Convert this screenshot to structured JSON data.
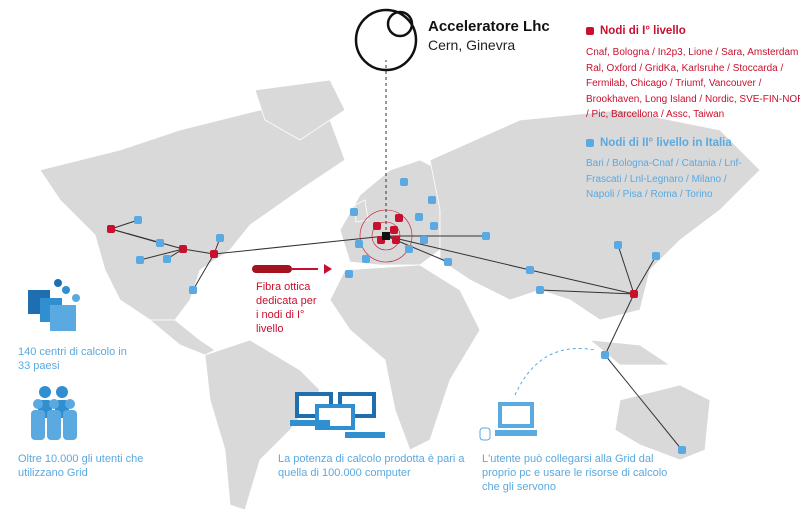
{
  "header": {
    "title": "Acceleratore Lhc",
    "subtitle": "Cern, Ginevra"
  },
  "legend": {
    "tier1": {
      "title": "Nodi di I° livello",
      "color": "#c8102e",
      "list": "Cnaf, Bologna / In2p3, Lione / Sara, Amsterdam / Ral, Oxford / GridKa, Karlsruhe / Stoccarda / Fermilab, Chicago / Triumf, Vancouver / Brookhaven, Long Island / Nordic, SVE-FIN-NOR / Pic, Barcellona / Assc, Taiwan"
    },
    "tier2": {
      "title": "Nodi di II° livello in Italia",
      "color": "#5aa9e0",
      "list": "Bari / Bologna-Cnaf / Catania / Lnf-Frascati / Lnl-Legnaro / Milano / Napoli / Pisa / Roma / Torino"
    }
  },
  "fiber": {
    "label": "Fibra ottica dedicata per i nodi di I° livello"
  },
  "facts": {
    "centers": "140 centri di calcolo in 33 paesi",
    "users": "Oltre 10.000 gli utenti che utilizzano Grid",
    "power": "La potenza di calcolo prodotta è pari a quella di 100.000 computer",
    "access": "L'utente può collegarsi alla Grid dal proprio pc e usare le risorse di calcolo che gli servono"
  },
  "colors": {
    "land": "#d9d9d9",
    "tier1": "#c8102e",
    "tier2": "#5aa9e0",
    "icon_dark": "#1f6fb0"
  }
}
